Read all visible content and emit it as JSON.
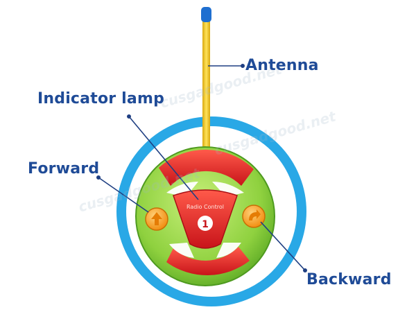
{
  "labels": {
    "antenna": "Antenna",
    "indicator_lamp": "Indicator lamp",
    "forward": "Forward",
    "backward": "Backward"
  },
  "badge": {
    "text": "Radio Control",
    "number": "1"
  },
  "watermarks": [
    "cusgadgood.net",
    "cusgadgood.net",
    "cusgadgood.net"
  ],
  "colors": {
    "label_text": "#1f4b97",
    "leader_line": "#1f3f82",
    "ring": "#29a8e6",
    "antenna_rod": "#f3cf2a",
    "antenna_tip": "#1f6fd0",
    "wheel_red": "#e8272a",
    "wheel_green": "#8fd13f",
    "button_orange": "#f59a12"
  }
}
